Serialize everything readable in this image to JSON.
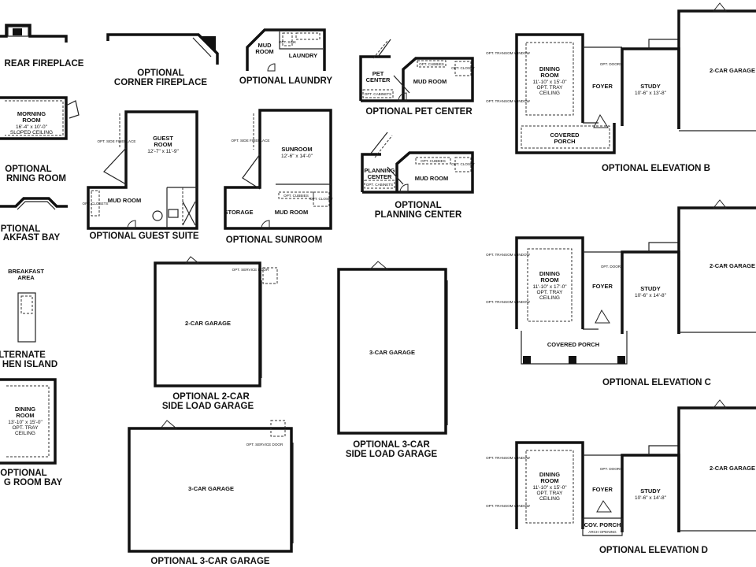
{
  "captions": {
    "rear_fireplace": "REAR FIREPLACE",
    "corner_fireplace_1": "OPTIONAL",
    "corner_fireplace_2": "CORNER FIREPLACE",
    "laundry": "OPTIONAL LAUNDRY",
    "pet_center": "OPTIONAL PET CENTER",
    "planning_center_1": "OPTIONAL",
    "planning_center_2": "PLANNING CENTER",
    "morning_room_1": "OPTIONAL",
    "morning_room_2": "RNING ROOM",
    "guest_suite": "OPTIONAL GUEST SUITE",
    "sunroom": "OPTIONAL SUNROOM",
    "breakfast_bay_1": "PTIONAL",
    "breakfast_bay_2": "AKFAST BAY",
    "kitchen_island_1": "LTERNATE",
    "kitchen_island_2": "HEN ISLAND",
    "garage_2car_1": "OPTIONAL 2-CAR",
    "garage_2car_2": "SIDE LOAD GARAGE",
    "garage_3car_side_1": "OPTIONAL 3-CAR",
    "garage_3car_side_2": "SIDE LOAD GARAGE",
    "garage_3car": "OPTIONAL 3-CAR GARAGE",
    "dining_bay_1": "OPTIONAL",
    "dining_bay_2": "G ROOM BAY",
    "elevation_b": "OPTIONAL ELEVATION B",
    "elevation_c": "OPTIONAL ELEVATION C",
    "elevation_d": "OPTIONAL ELEVATION D"
  },
  "rooms": {
    "mud_room": "MUD ROOM",
    "mud": "MUD",
    "room": "ROOM",
    "laundry": "LAUNDRY",
    "pet": "PET",
    "center": "CENTER",
    "planning": "PLANNING",
    "morning": "MORNING",
    "morning_dim": "16'-4\" x 10'-0\"",
    "sloped": "SLOPED CEILING",
    "guest": "GUEST",
    "guest_dim": "12'-7\" x 11'-9\"",
    "sunroom": "SUNROOM",
    "sunroom_dim": "12'-6\" x 14'-0\"",
    "storage": "STORAGE",
    "breakfast": "BREAKFAST",
    "area": "AREA",
    "dining": "DINING",
    "dining_bay_dim": "13'-10\" x 15'-0\"",
    "opt_tray": "OPT. TRAY",
    "ceiling": "CEILING",
    "garage_2car": "2-CAR GARAGE",
    "garage_3car": "3-CAR GARAGE",
    "dining_b_dim": "11'-10\" x 15'-0\"",
    "dining_c_dim": "11'-10\" x 17'-0\"",
    "foyer": "FOYER",
    "study": "STUDY",
    "study_b_dim": "10'-6\" x 13'-8\"",
    "study_dim": "10'-6\" x 14'-8\"",
    "covered": "COVERED",
    "porch": "PORCH",
    "covered_porch": "COVERED PORCH",
    "cov_porch": "COV. PORCH",
    "arch_opening": "ARCH OPENING"
  },
  "notes": {
    "opt_cubbies": "OPT. CUBBIES",
    "opt_closet": "OPT. CLOSET",
    "opt_cabinets": "OPT. CABINETS",
    "opt_sink": "OPT. SINK",
    "opt_side_fireplace": "OPT. SIDE FIREPLACE",
    "opt_closets": "OPT. CLOSETS",
    "opt_service_door": "OPT. SERVICE DOOR",
    "opt_transom_window": "OPT. TRANSOM WINDOW",
    "opt_doors": "OPT. DOORS"
  }
}
